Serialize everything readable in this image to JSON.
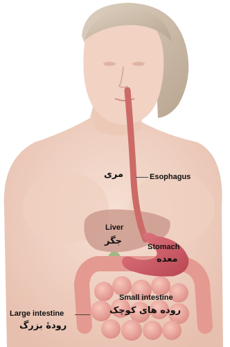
{
  "labels": {
    "esophagus": {
      "en": "Esophagus",
      "fa": "مری"
    },
    "liver": {
      "en": "Liver",
      "fa": "جگر"
    },
    "stomach": {
      "en": "Stomach",
      "fa": "معده"
    },
    "small_intestine": {
      "en": "Small intestine",
      "fa": "روده های کوچک"
    },
    "large_intestine": {
      "en": "Large intestine",
      "fa": "رودهٔ بزرگ"
    }
  },
  "colors": {
    "skin": "#efd0c0",
    "hair": "#cdbdaa",
    "esophagus": "#cc6a67",
    "stomach": "#d15f68",
    "liver": "#c79387",
    "intestine": "#eba9a0",
    "gallbladder": "#a3b785"
  }
}
